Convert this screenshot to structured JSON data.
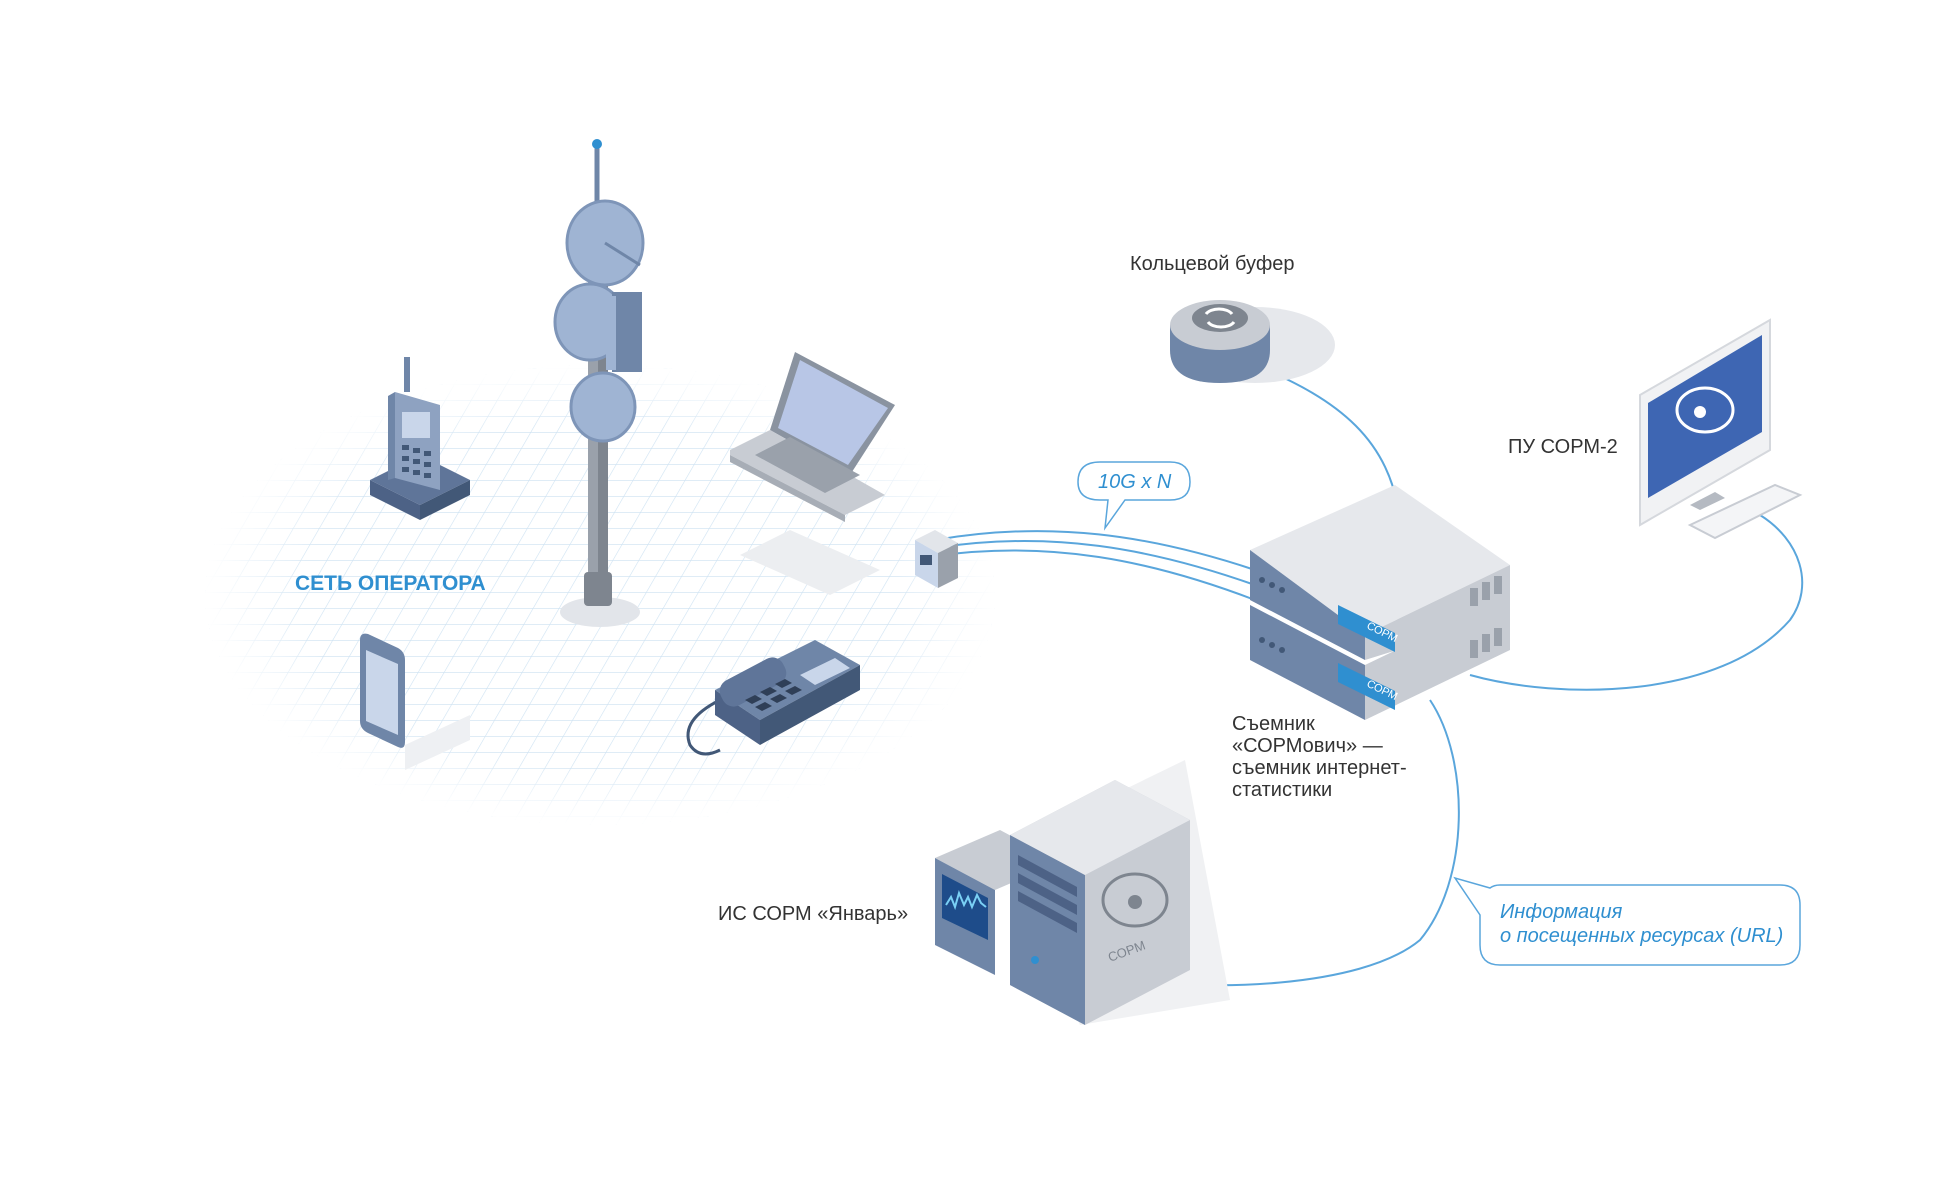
{
  "labels": {
    "operator_network": "СЕТЬ ОПЕРАТОРА",
    "ring_buffer": "Кольцевой буфер",
    "pu_sorm": "ПУ СОРМ-2",
    "collector": "Съемник\n«СОРМович» —\nсъемник интернет-\nстатистики",
    "is_sorm": "ИС СОРМ «Январь»"
  },
  "callouts": {
    "link_speed": "10G x N",
    "url_info": "Информация\nо посещенных ресурсах (URL)"
  },
  "device_text": {
    "server_display_top": "СОРМ",
    "server_display_bottom": "СОРМ",
    "tower_logo": "СОРМ"
  },
  "colors": {
    "accent": "#2f8fd0",
    "device_blue": "#6f86a8",
    "device_grey": "#c8ccd3",
    "grid": "#cfe3f3",
    "link": "#5aa6dc"
  }
}
